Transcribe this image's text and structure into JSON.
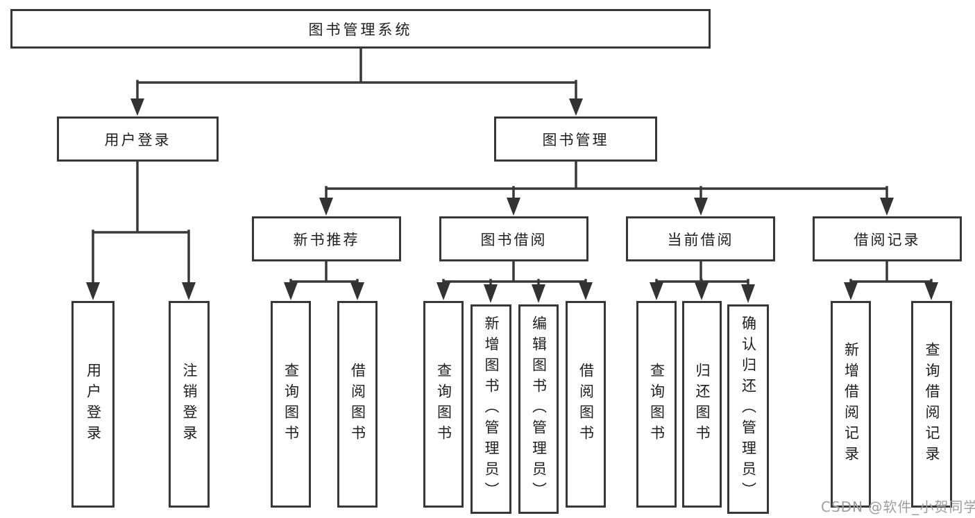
{
  "diagram": {
    "tree": {
      "label": "图书管理系统",
      "children": [
        {
          "label": "用户登录",
          "children": [
            {
              "label": "用户登录"
            },
            {
              "label": "注销登录"
            }
          ]
        },
        {
          "label": "图书管理",
          "children": [
            {
              "label": "新书推荐",
              "children": [
                {
                  "label": "查询图书"
                },
                {
                  "label": "借阅图书"
                }
              ]
            },
            {
              "label": "图书借阅",
              "children": [
                {
                  "label": "查询图书"
                },
                {
                  "label": "新增图书（管理员）"
                },
                {
                  "label": "编辑图书（管理员）"
                },
                {
                  "label": "借阅图书"
                }
              ]
            },
            {
              "label": "当前借阅",
              "children": [
                {
                  "label": "查询图书"
                },
                {
                  "label": "归还图书"
                },
                {
                  "label": "确认归还（管理员）"
                }
              ]
            },
            {
              "label": "借阅记录",
              "children": [
                {
                  "label": "新增借阅记录"
                },
                {
                  "label": "查询借阅记录"
                }
              ]
            }
          ]
        }
      ]
    },
    "watermark": "CSDN @软件_小贺同学",
    "colors": {
      "line": "#383838",
      "box_border": "#373737",
      "text": "#1e1e1e",
      "background": "#ffffff",
      "watermark": "#9e9e9e"
    }
  }
}
